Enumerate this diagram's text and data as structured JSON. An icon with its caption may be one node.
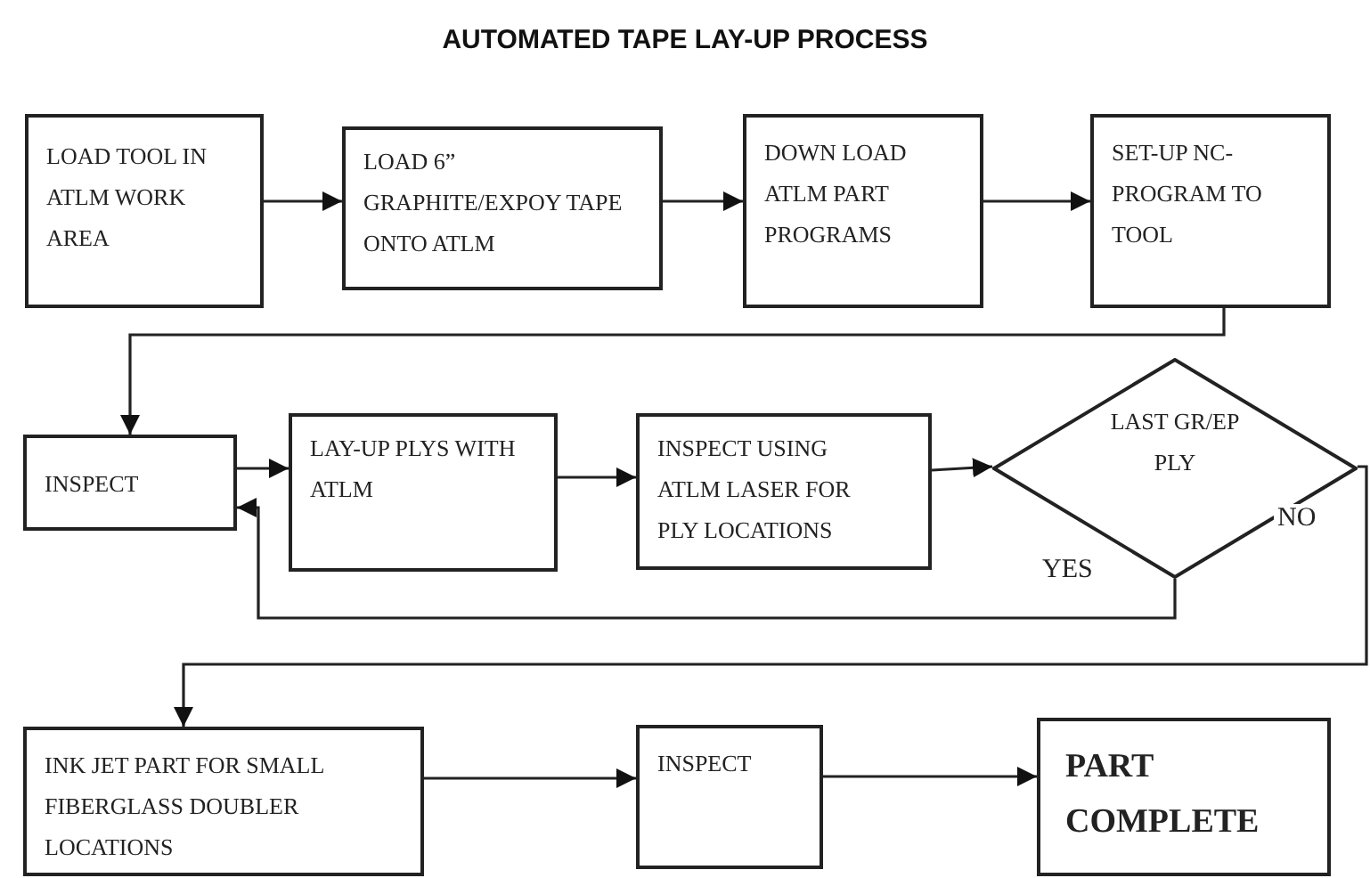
{
  "diagram": {
    "title": "AUTOMATED TAPE LAY-UP PROCESS",
    "nodes": [
      {
        "text": [
          "LOAD TOOL IN ATLM WORK AREA"
        ]
      },
      {
        "text": [
          "LOAD 6” GRAPHITE/EXPOY TAPE ONTO ATLM"
        ]
      },
      {
        "text": [
          "DOWN LOAD ATLM PART PROGRAMS"
        ]
      },
      {
        "text": [
          "SET-UP NC-PROGRAM TO TOOL"
        ]
      },
      {
        "text": [
          "INSPECT"
        ]
      },
      {
        "text": [
          "LAY-UP PLYS WITH ATLM"
        ]
      },
      {
        "text": [
          "INSPECT USING ATLM LASER FOR PLY LOCATIONS"
        ]
      },
      {
        "text": [
          "LAST GR/EP PLY"
        ]
      },
      {
        "text": [
          "INK JET PART FOR SMALL FIBERGLASS DOUBLER LOCATIONS"
        ]
      },
      {
        "text": [
          "INSPECT"
        ]
      },
      {
        "text": [
          "PART COMPLETE"
        ]
      }
    ],
    "edges": [
      {
        "from": 0,
        "to": 1,
        "arrow": "to"
      },
      {
        "from": 1,
        "to": 2,
        "arrow": "to"
      },
      {
        "from": 2,
        "to": 3,
        "arrow": "to"
      },
      {
        "from": 3,
        "to": 4,
        "arrow": "to"
      },
      {
        "from": 4,
        "to": 5,
        "arrow": "to"
      },
      {
        "from": 5,
        "to": 6,
        "arrow": "to"
      },
      {
        "from": 6,
        "to": 7,
        "arrow": "to"
      },
      {
        "from": 7,
        "to": 4,
        "arrow": "to",
        "label": "YES"
      },
      {
        "from": 7,
        "to": 8,
        "arrow": "to",
        "label": "NO"
      },
      {
        "from": 8,
        "to": 9,
        "arrow": "to"
      },
      {
        "from": 9,
        "to": 10,
        "arrow": "to"
      }
    ]
  }
}
